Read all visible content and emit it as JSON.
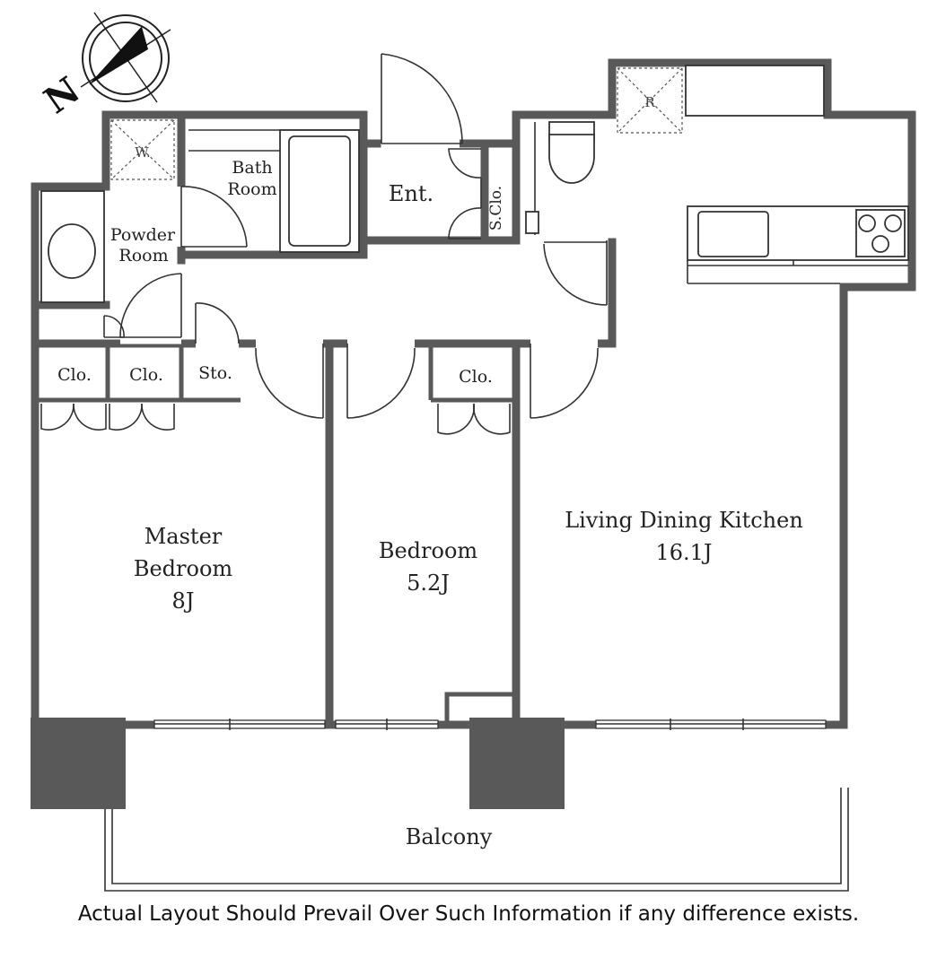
{
  "compass": {
    "north_letter": "N"
  },
  "rooms": {
    "master_bedroom": {
      "line1": "Master",
      "line2": "Bedroom",
      "size": "8J"
    },
    "bedroom": {
      "name": "Bedroom",
      "size": "5.2J"
    },
    "ldk": {
      "name": "Living Dining Kitchen",
      "size": "16.1J"
    },
    "balcony": "Balcony",
    "bath_room": {
      "line1": "Bath",
      "line2": "Room"
    },
    "powder_room": {
      "line1": "Powder",
      "line2": "Room"
    },
    "entrance": "Ent.",
    "shoe_closet": "S.Clo.",
    "closet_1": "Clo.",
    "closet_2": "Clo.",
    "closet_3": "Clo.",
    "storage": "Sto."
  },
  "fixtures": {
    "washer": "W.",
    "fridge": "R"
  },
  "disclaimer": "Actual Layout Should Prevail Over Such Information if any difference exists."
}
